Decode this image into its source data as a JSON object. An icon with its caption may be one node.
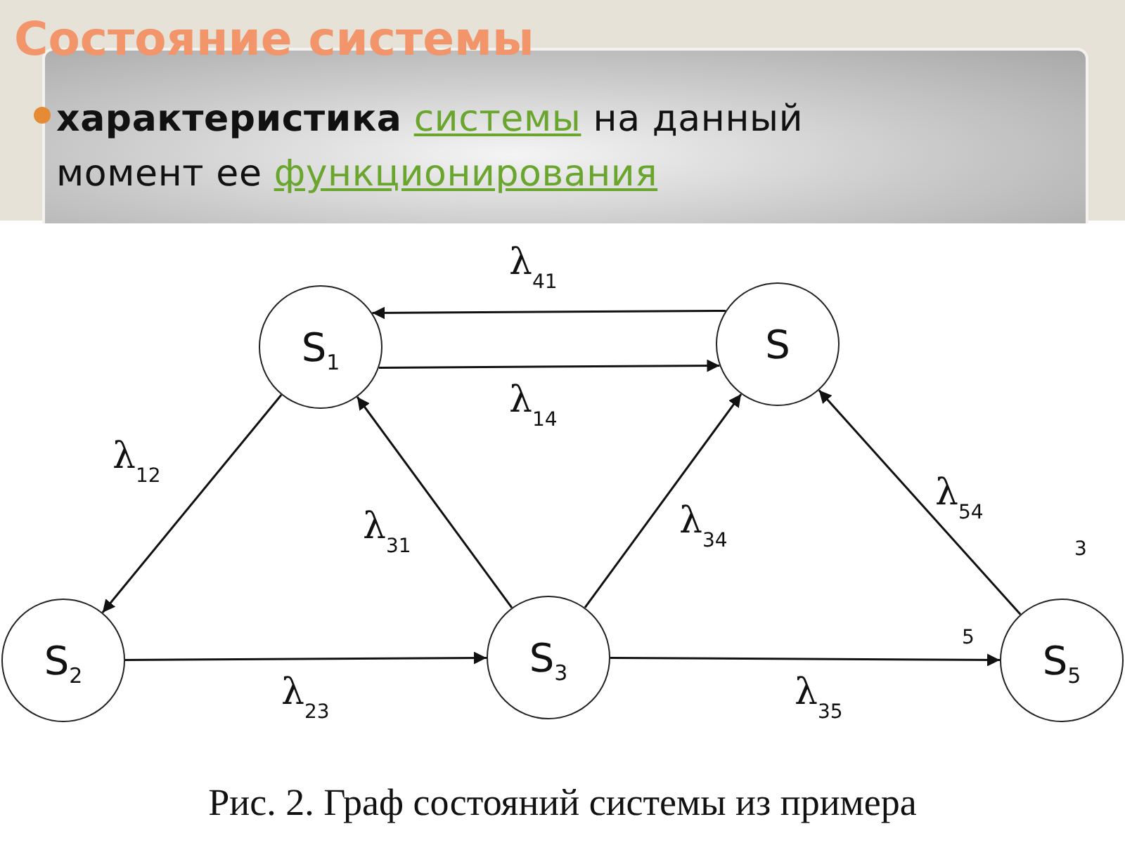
{
  "diagram": {
    "title": "Состояние системы",
    "nodes": [
      {
        "text": [
          "S$_{1}$"
        ]
      },
      {
        "text": [
          "S"
        ]
      },
      {
        "text": [
          "S$_{2}$"
        ]
      },
      {
        "text": [
          "S$_{3}$"
        ]
      },
      {
        "text": [
          "S$_{5}$"
        ]
      }
    ],
    "edges": [
      {
        "from": 1,
        "to": 0,
        "arrow": "to",
        "label": "λ$_{41}$"
      },
      {
        "from": 0,
        "to": 1,
        "arrow": "to",
        "label": "λ$_{14}$"
      },
      {
        "from": 0,
        "to": 2,
        "arrow": "to",
        "label": "λ$_{12}$"
      },
      {
        "from": 3,
        "to": 0,
        "arrow": "to",
        "label": "λ$_{31}$"
      },
      {
        "from": 3,
        "to": 1,
        "arrow": "to",
        "label": "λ$_{34}$"
      },
      {
        "from": 4,
        "to": 1,
        "arrow": "to",
        "label": "λ$_{54}$"
      },
      {
        "from": 2,
        "to": 3,
        "arrow": "to",
        "label": "λ$_{23}$"
      },
      {
        "from": 3,
        "to": 4,
        "arrow": "to",
        "label": "λ$_{35}$"
      }
    ],
    "labels": [
      "**характеристика** системы на данный момент ее функционирования",
      "3",
      "5"
    ],
    "caption": "Рис. 2. Граф состояний системы из примера"
  }
}
